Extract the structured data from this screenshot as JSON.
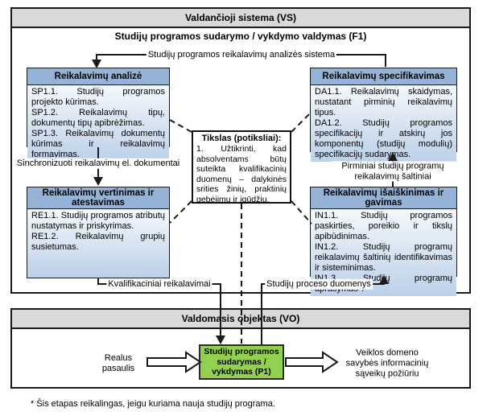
{
  "colors": {
    "box_header_blue": "#95b3d7",
    "box_body_top": "#f4f8fc",
    "box_body_bottom": "#bcd0e8",
    "section_header_gray": "#d9d9d9",
    "process_green": "#92d050",
    "line_black": "#1a1a1a"
  },
  "vs_section": {
    "title": "Valdančioji sistema (VS)",
    "subtitle": "Studijų programos sudarymo / vykdymo valdymas (F1)"
  },
  "vo_section": {
    "title": "Valdomasis objektas (VO)",
    "process_lines": [
      "Studijų programos",
      "sudarymas /",
      "vykdymas (P1)"
    ],
    "real_world": "Realus pasaulis",
    "domain_properties": "Veiklos domeno savybės informacinių sąveikų požiūriu"
  },
  "labels": {
    "analysis_system": "Studijų programos reikalavimų analizės sistema",
    "sync_documents": "Sinchronizuoti reikalavimų el. dokumentai",
    "primary_sources": "Pirminiai studijų programų reikalavimų šaltiniai",
    "qualification_requirements": "Kvalifikaciniai reikalavimai",
    "study_process_data": "Studijų proceso duomenys"
  },
  "boxes": {
    "analysis": {
      "title": "Reikalavimų analizė",
      "items": [
        "SP1.1. Studijų programos projekto kūrimas.",
        "SP1.2. Reikalavimų tipų, dokumentų tipų apibrėžimas.",
        "SP1.3. Reikalavimų dokumentų kūrimas ir reikalavimų formavimas."
      ]
    },
    "specification": {
      "title": "Reikalavimų specifikavimas",
      "items": [
        "DA1.1. Reikalavimų skaidymas, nustatant pirminių reikalavimų tipus.",
        "DA1.2. Studijų programos specifikacijų ir atskirų jos komponentų (studijų modulių) specifikacijų sudarymas."
      ]
    },
    "evaluation": {
      "title": "Reikalavimų vertinimas ir atestavimas",
      "items": [
        "RE1.1. Studijų programos atributų nustatymas ir priskyrimas.",
        "RE1.2. Reikalavimų grupių susietumas."
      ]
    },
    "elicitation": {
      "title": "Reikalavimų išaiškinimas ir gavimas",
      "items": [
        "IN1.1. Studijų programos paskirties, poreikio ir tikslų apibūdinimas.",
        "IN1.2. Studijų programų reikalavimų šaltinių identifikavimas ir sisteminimas.",
        "IN1.3. Studijų programų aprašymas*."
      ]
    },
    "goal": {
      "title": "Tikslas (potiksliai):",
      "body": "1. Užtikrinti, kad absolventams būtų suteikta kvalifikacinių duomenų – dalykinės srities žinių, praktinių gebėjimų ir įgūdžių."
    }
  },
  "footnote": "* Šis etapas reikalingas, jeigu kuriama nauja studijų programa."
}
